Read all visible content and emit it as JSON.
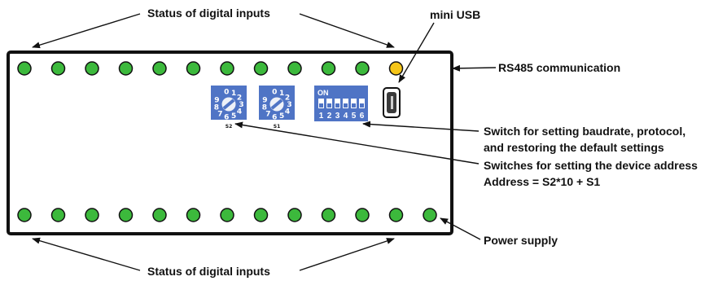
{
  "labels": {
    "status_top": "Status of digital inputs",
    "status_bottom": "Status of digital inputs",
    "mini_usb": "mini USB",
    "rs485": "RS485 communication",
    "switch_line1": "Switch for setting baudrate, protocol,",
    "switch_line2": "and restoring the default settings",
    "address_line1": "Switches for setting the device address",
    "address_line2": "Address = S2*10 + S1",
    "power": "Power supply"
  },
  "dials": [
    {
      "id": "S2",
      "label": "S2"
    },
    {
      "id": "S1",
      "label": "S1"
    }
  ],
  "dial_digits": [
    "0",
    "1",
    "2",
    "3",
    "4",
    "5",
    "6",
    "7",
    "8",
    "9"
  ],
  "dip": {
    "on_label": "ON",
    "positions": [
      "1",
      "2",
      "3",
      "4",
      "5",
      "6"
    ]
  },
  "leds": {
    "top_count": 12,
    "bottom_count": 13,
    "top_states": [
      "green",
      "green",
      "green",
      "green",
      "green",
      "green",
      "green",
      "green",
      "green",
      "green",
      "green",
      "yellow"
    ],
    "bottom_states": [
      "green",
      "green",
      "green",
      "green",
      "green",
      "green",
      "green",
      "green",
      "green",
      "green",
      "green",
      "green",
      "green"
    ]
  },
  "colors": {
    "led_green": "#3cb93c",
    "led_yellow": "#f5c518",
    "switch_blue": "#4f74c5",
    "outline": "#111111"
  }
}
